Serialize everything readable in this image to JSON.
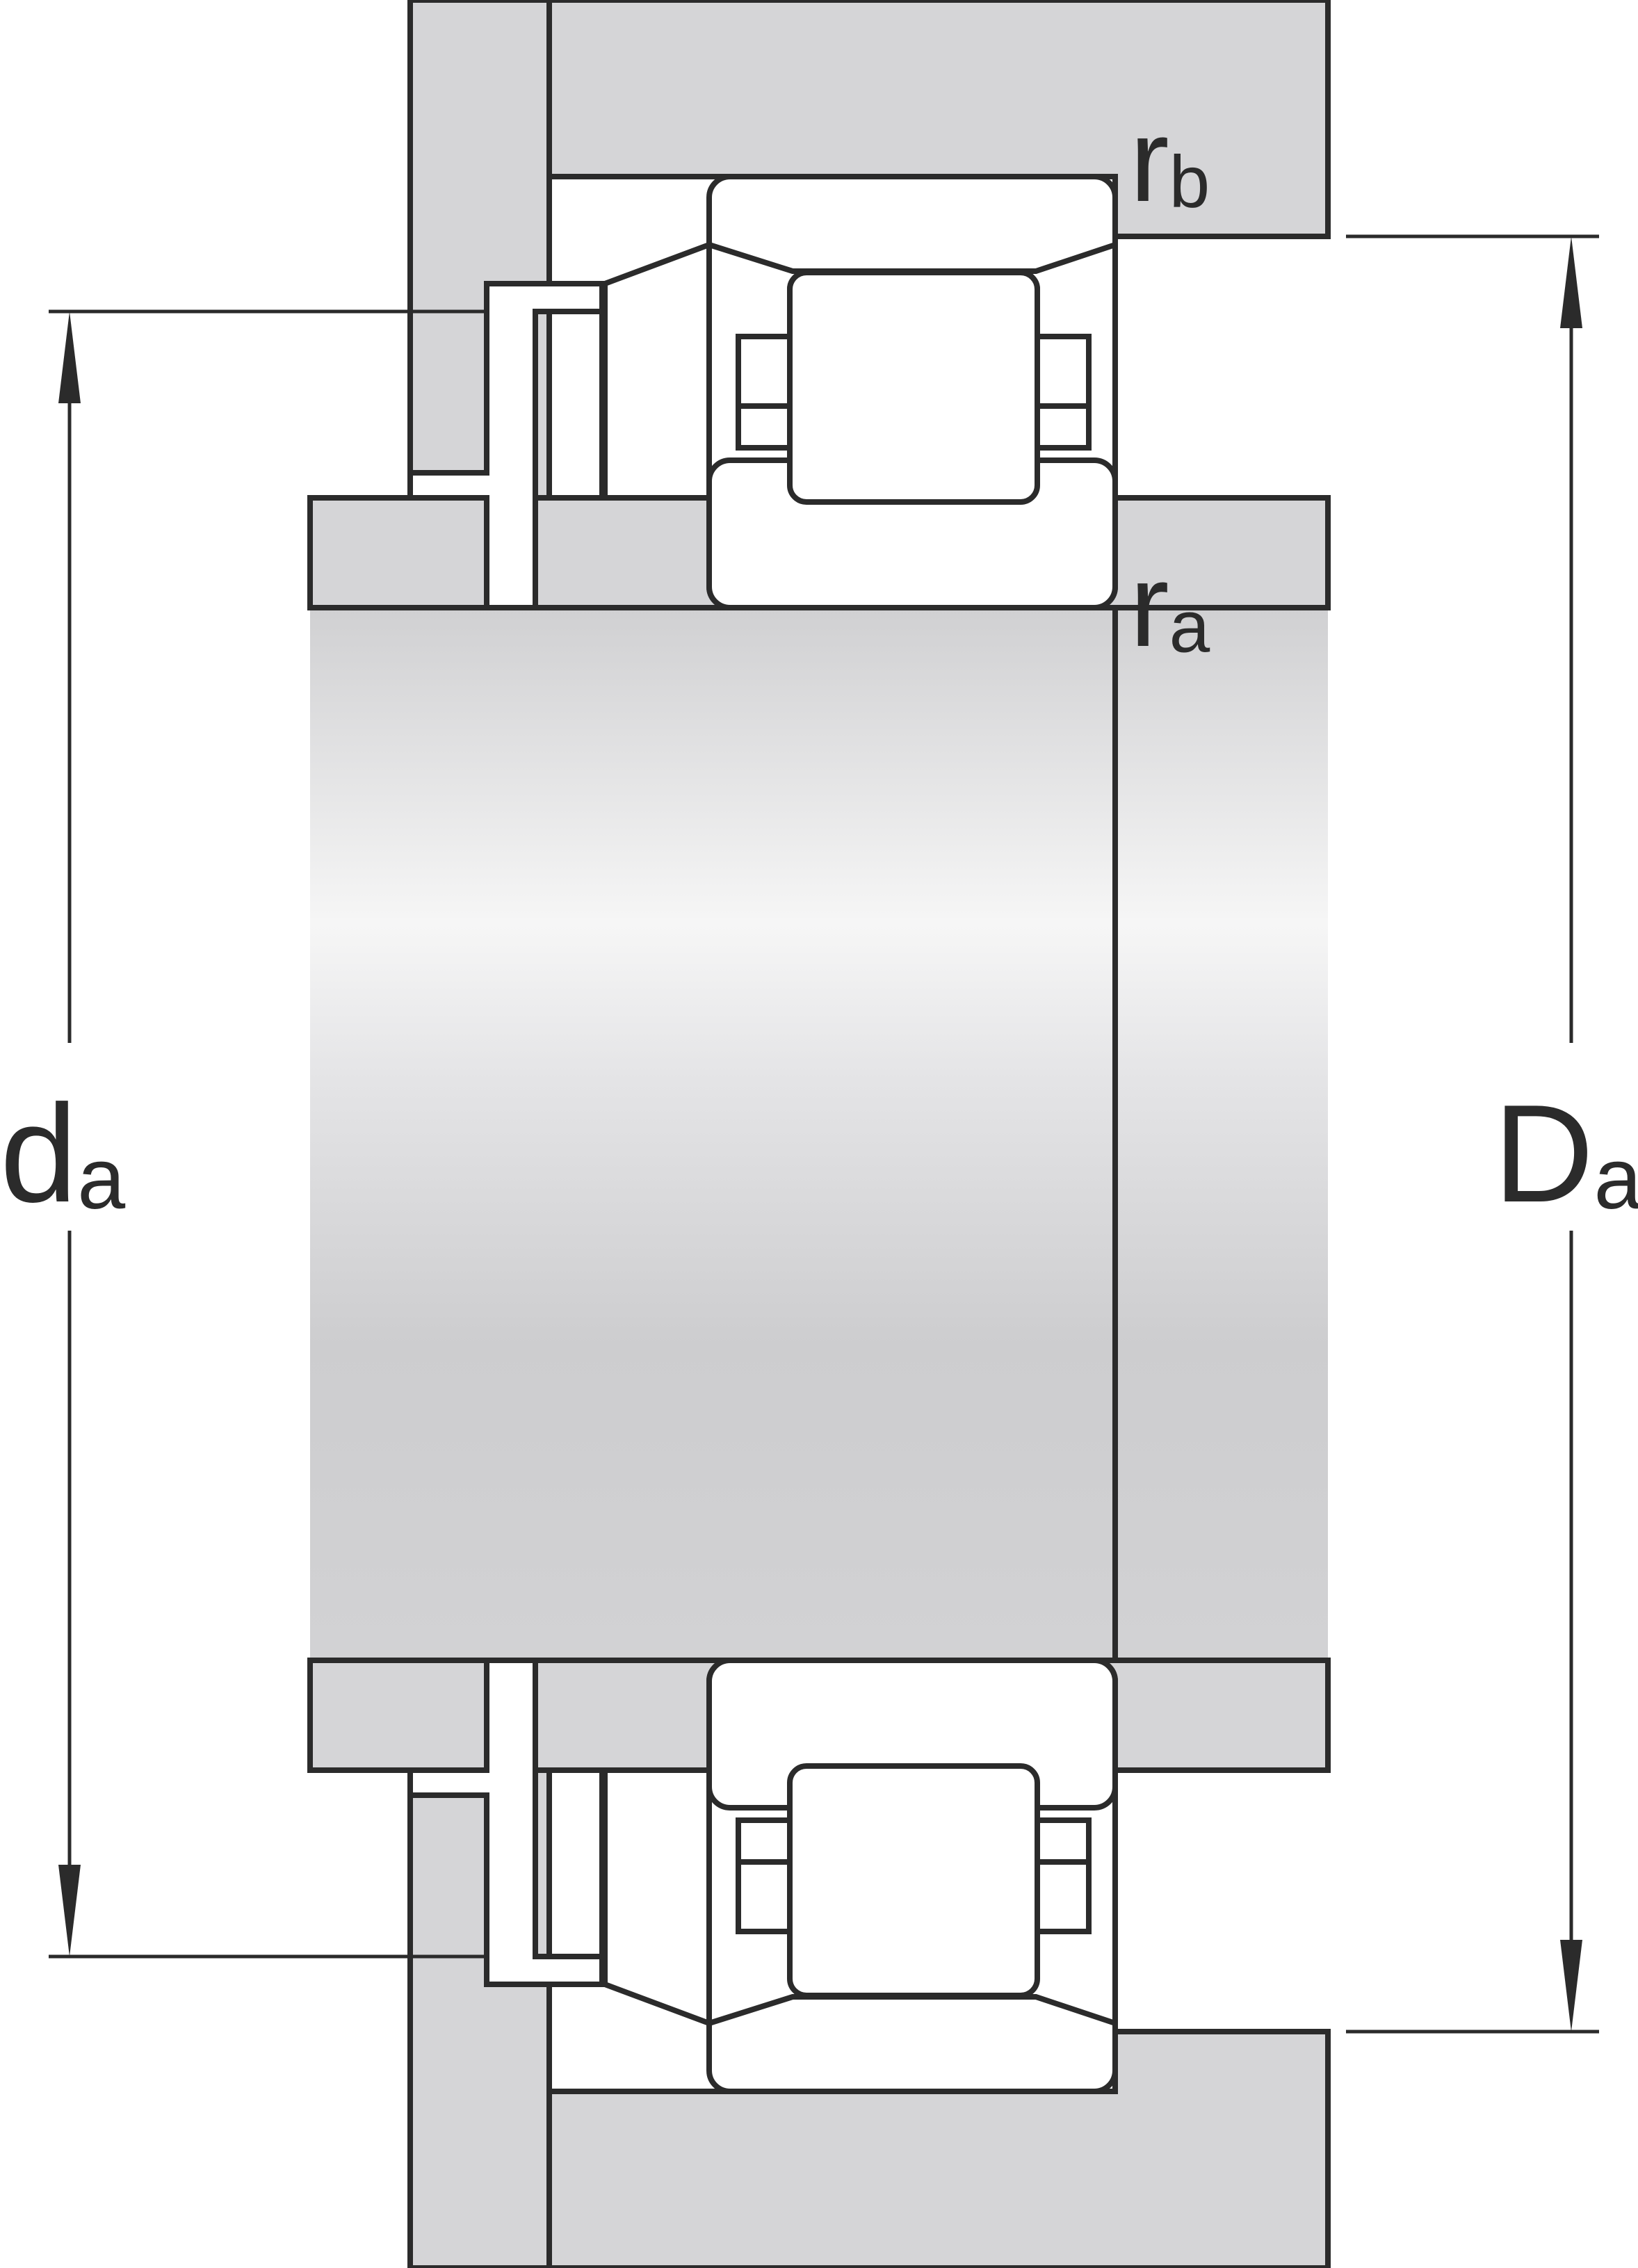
{
  "labels": {
    "rb": {
      "main": "r",
      "sub": "b"
    },
    "ra": {
      "main": "r",
      "sub": "a"
    },
    "d_a": {
      "main": "d",
      "sub": "a"
    },
    "D_a": {
      "main": "D",
      "sub": "a"
    }
  },
  "colors": {
    "line": "#2b2b2b",
    "housing_fill": "#d5d5d7",
    "shaft_light": "#f7f7f7",
    "shaft_dark": "#cfcfd1",
    "bearing_fill": "#ffffff"
  }
}
